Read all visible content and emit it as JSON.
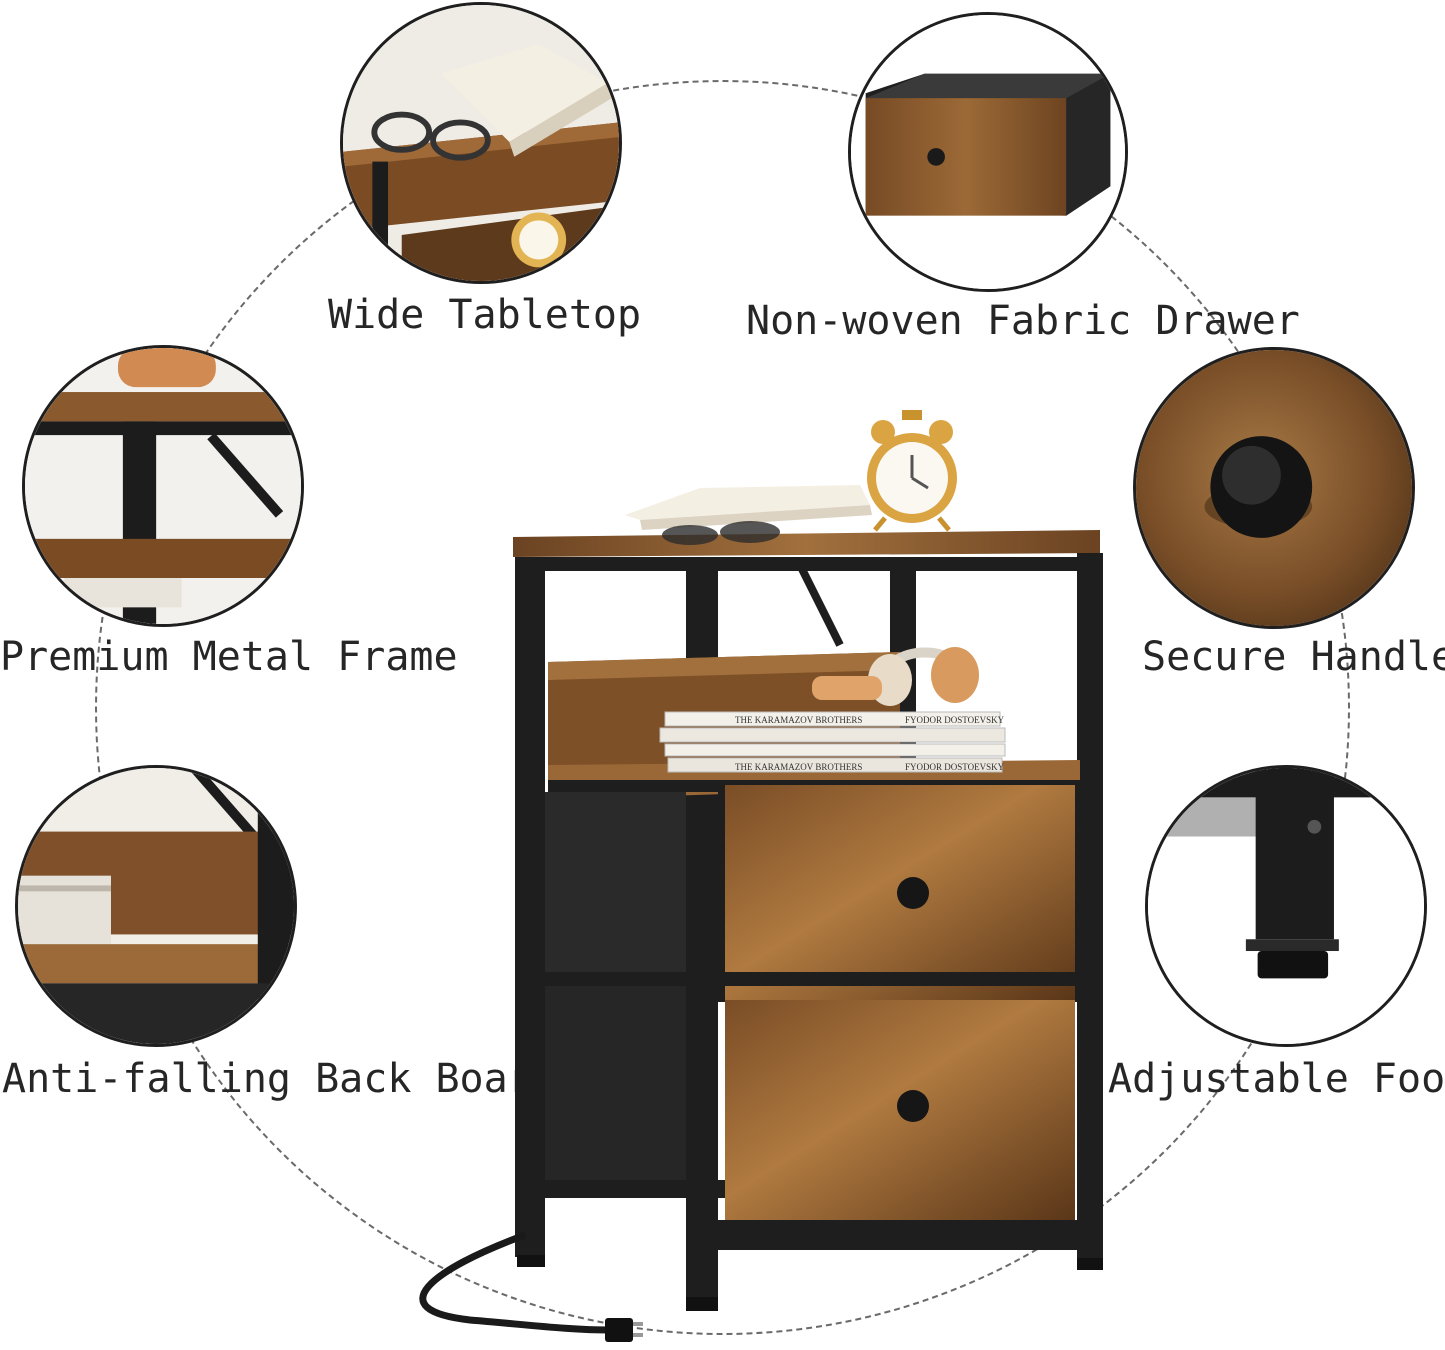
{
  "features": {
    "wide_tabletop": "Wide Tabletop",
    "fabric_drawer": "Non-woven Fabric Drawer",
    "metal_frame": "Premium Metal Frame",
    "secure_handle": "Secure Handle",
    "back_board": "Anti-falling Back Board",
    "adjustable_foot": "Adjustable Foot"
  },
  "product_text": {
    "book_spine_1": "THE KARAMAZOV BROTHERS",
    "book_spine_author_1": "FYODOR DOSTOEVSKY",
    "book_spine_2": "THE KARAMAZOV BROTHERS",
    "book_spine_author_2": "FYODOR DOSTOEVSKY"
  },
  "colors": {
    "wood": "#8a5a2e",
    "wood_dark": "#5e3a1c",
    "metal": "#1e1e1e",
    "fabric": "#2a2a2a",
    "gold": "#d9a441",
    "dashed_ring": "#6a6a6a"
  }
}
